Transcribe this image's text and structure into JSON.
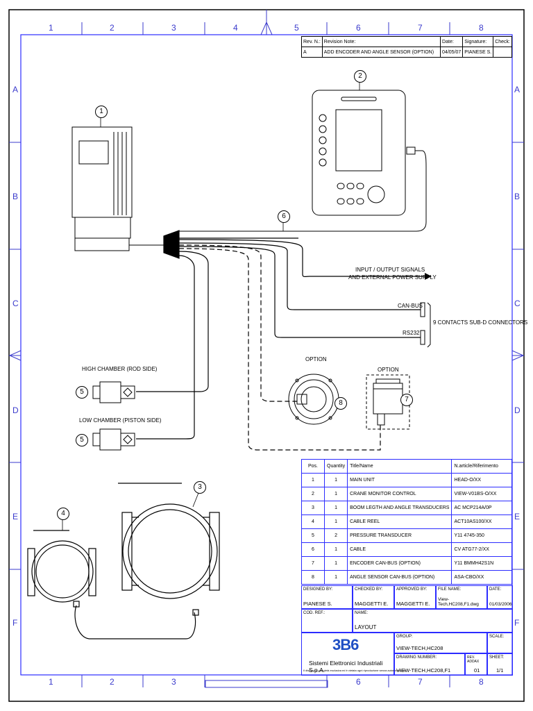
{
  "frame": {
    "columns": [
      "1",
      "2",
      "3",
      "4",
      "5",
      "6",
      "7",
      "8"
    ],
    "rows": [
      "A",
      "B",
      "C",
      "D",
      "E",
      "F"
    ]
  },
  "revision": {
    "headers": [
      "Rev. N.:",
      "Revision Note:",
      "Date:",
      "Signature:",
      "Check:"
    ],
    "row": [
      "A",
      "ADD ENCODER AND ANGLE SENSOR (OPTION)",
      "04/05/07",
      "PIANESE S.",
      ""
    ]
  },
  "labels": {
    "io_signals_1": "INPUT / OUTPUT SIGNALS",
    "io_signals_2": "AND EXTERNAL POWER SUPPLY",
    "canbus": "CAN-BUS",
    "rs232": "RS232",
    "subd": "9 CONTACTS SUB-D CONNECTORS",
    "high_chamber": "HIGH CHAMBER (ROD SIDE)",
    "low_chamber": "LOW CHAMBER (PISTON SIDE)",
    "option_8": "OPTION",
    "option_7": "OPTION"
  },
  "callouts": [
    "1",
    "2",
    "3",
    "4",
    "5",
    "5",
    "6",
    "7",
    "8"
  ],
  "bom": {
    "headers": [
      "Pos.",
      "Quantity",
      "Title/Name",
      "N.article/Riferimento"
    ],
    "rows": [
      [
        "1",
        "1",
        "MAIN UNIT",
        "HEAD-O/XX"
      ],
      [
        "2",
        "1",
        "CRANE MONITOR CONTROL",
        "VIEW-V01BS-O/XX"
      ],
      [
        "3",
        "1",
        "BOOM LEGTH AND ANGLE TRANSDUCERS",
        "AC MCP214A/0P"
      ],
      [
        "4",
        "1",
        "CABLE REEL",
        "ACT10AS100/XX"
      ],
      [
        "5",
        "2",
        "PRESSURE TRANSDUCER",
        "Y11 4745-350"
      ],
      [
        "6",
        "1",
        "CABLE",
        "CV ATG77-2/XX"
      ],
      [
        "7",
        "1",
        "ENCODER CAN-BUS (OPTION)",
        "Y11 BMMH42S1N"
      ],
      [
        "8",
        "1",
        "ANGLE SENSOR CAN-BUS (OPTION)",
        "ASA-CBO/XX"
      ]
    ]
  },
  "title_block": {
    "designed_by_k": "DESIGNED BY:",
    "designed_by_v": "PIANESE S.",
    "checked_by_k": "CHECKED BY:",
    "checked_by_v": "MAGGETTI E.",
    "approved_by_k": "APPROVED BY:",
    "approved_by_v": "MAGGETTI E.",
    "file_name_k": "FILE NAME:",
    "file_name_v": "View-Tech,HC208,F1.dwg",
    "date_k": "DATE:",
    "date_v": "01/03/2006",
    "cod_ref_k": "COD. REF.:",
    "cod_ref_v": "",
    "name_k": "NAME:",
    "name_v": "LAYOUT",
    "group_k": "GROUP:",
    "group_v": "VIEW-TECH,HC208",
    "scale_k": "SCALE:",
    "scale_v": "",
    "drawing_k": "DRAWING NUMBER:",
    "drawing_v": "VIEW-TECH,HC208,F1",
    "rev_k": "REV. ADDAX",
    "rev_v": "01",
    "sheet_k": "SHEET:",
    "sheet_v": "1/1",
    "logo": "3B6",
    "company": "Sistemi Elettronici Industriali S.p.A.",
    "legal": "Il disegno è proprietà esclusiva ed è vietata ogni riproduzione senza autorizzazione"
  },
  "colors": {
    "frame": "#3a3acc",
    "table": "#2b2bff",
    "logo_blue": "#1f4fc4",
    "logo_orange": "#f08a00"
  }
}
